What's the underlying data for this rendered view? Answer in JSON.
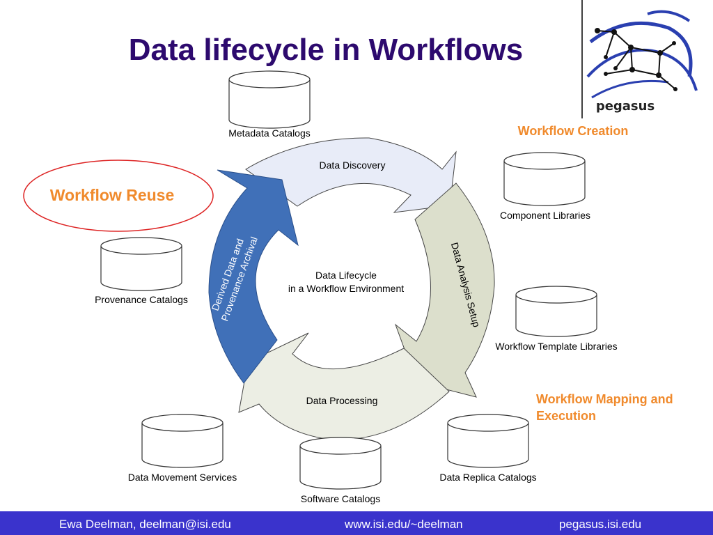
{
  "slide": {
    "title": "Data lifecycle in Workflows",
    "colors": {
      "title": "#2d0a6e",
      "accent_orange": "#f08a2c",
      "footer_bg": "#3a33cc",
      "arrow_discovery": "#e8ecf8",
      "arrow_analysis": "#dcdfcc",
      "arrow_processing": "#eceee4",
      "arrow_archival": "#4070b8",
      "reuse_ellipse": "#dd2222"
    }
  },
  "logo": {
    "icon": "pegasus-constellation-logo",
    "text": "pegasus"
  },
  "cycle": {
    "center_line1": "Data Lifecycle",
    "center_line2": "in a Workflow Environment",
    "discovery": "Data Discovery",
    "analysis": "Data Analysis Setup",
    "processing": "Data Processing",
    "archival_line1": "Derived Data and",
    "archival_line2": "Provenance Archival"
  },
  "catalogs": {
    "metadata": "Metadata Catalogs",
    "component": "Component Libraries",
    "template": "Workflow Template Libraries",
    "replica": "Data Replica Catalogs",
    "software": "Software Catalogs",
    "movement": "Data Movement Services",
    "provenance": "Provenance Catalogs"
  },
  "phases": {
    "creation": "Workflow Creation",
    "mapping_line1": "Workflow Mapping and",
    "mapping_line2": "Execution",
    "reuse": "Workflow Reuse"
  },
  "footer": {
    "author": "Ewa Deelman, deelman@isi.edu",
    "website": "www.isi.edu/~deelman",
    "project": "pegasus.isi.edu"
  }
}
